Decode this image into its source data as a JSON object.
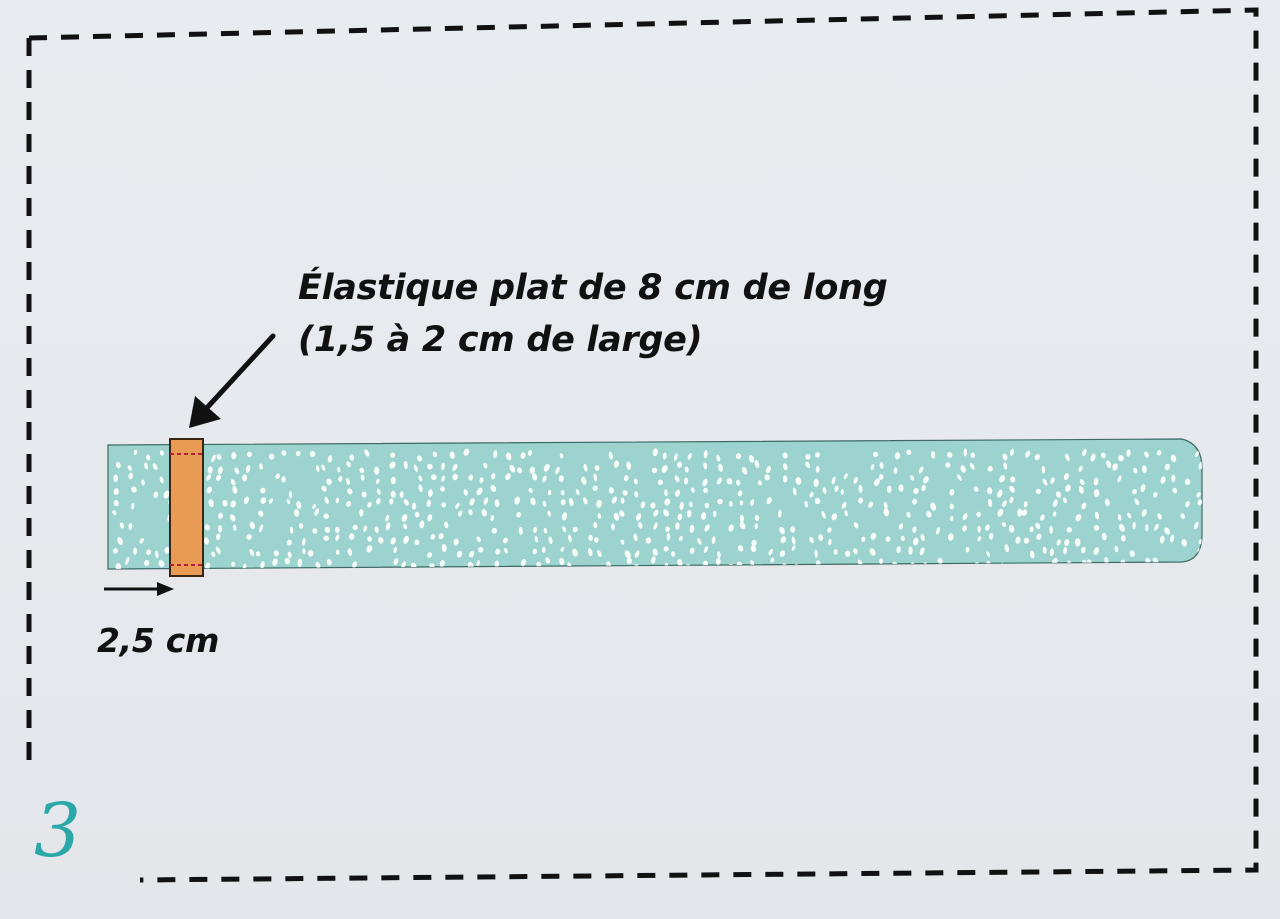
{
  "annotation": {
    "line1": "Élastique plat de 8 cm de long",
    "line2": "(1,5 à 2 cm de large)"
  },
  "measurement": {
    "label": "2,5 cm"
  },
  "step": {
    "number": "3"
  },
  "colors": {
    "background": "#e6e9ed",
    "fabric": "#9dd3ce",
    "dots": "#ffffff",
    "elastic": "#e99a55",
    "elastic_outline": "#3a2412",
    "stitch": "#b3203b",
    "step_number": "#2aa8a8",
    "ink": "#111111"
  },
  "icons": {
    "pointer_arrow": "arrow-down-left-icon",
    "dimension_arrow": "arrow-right-icon"
  }
}
